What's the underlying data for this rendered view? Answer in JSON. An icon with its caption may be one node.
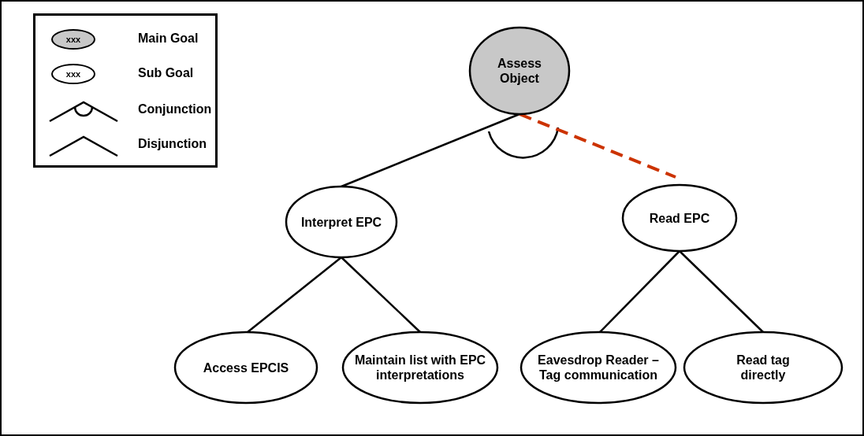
{
  "diagram": {
    "nodes": [
      {
        "text": [
          "Assess Object"
        ]
      },
      {
        "text": [
          "Interpret EPC"
        ]
      },
      {
        "text": [
          "Read EPC"
        ]
      },
      {
        "text": [
          "Access EPCIS"
        ]
      },
      {
        "text": [
          "Maintain list with EPC interpretations"
        ]
      },
      {
        "text": [
          "Eavesdrop Reader – Tag communication"
        ]
      },
      {
        "text": [
          "Read tag directly"
        ]
      }
    ],
    "edges": [
      {
        "from": 0,
        "to": 1,
        "arrow": "none"
      },
      {
        "from": 0,
        "to": 2,
        "arrow": "none",
        "style": "dashed",
        "color": "#cc3300"
      },
      {
        "from": 1,
        "to": 3,
        "arrow": "none"
      },
      {
        "from": 1,
        "to": 4,
        "arrow": "none"
      },
      {
        "from": 2,
        "to": 5,
        "arrow": "none"
      },
      {
        "from": 2,
        "to": 6,
        "arrow": "none"
      }
    ],
    "labels": [
      "xxx",
      "xxx"
    ],
    "legend": [
      {
        "text": "Main Goal"
      },
      {
        "text": "Sub Goal"
      },
      {
        "text": "Conjunction"
      },
      {
        "text": "Disjunction"
      }
    ]
  }
}
